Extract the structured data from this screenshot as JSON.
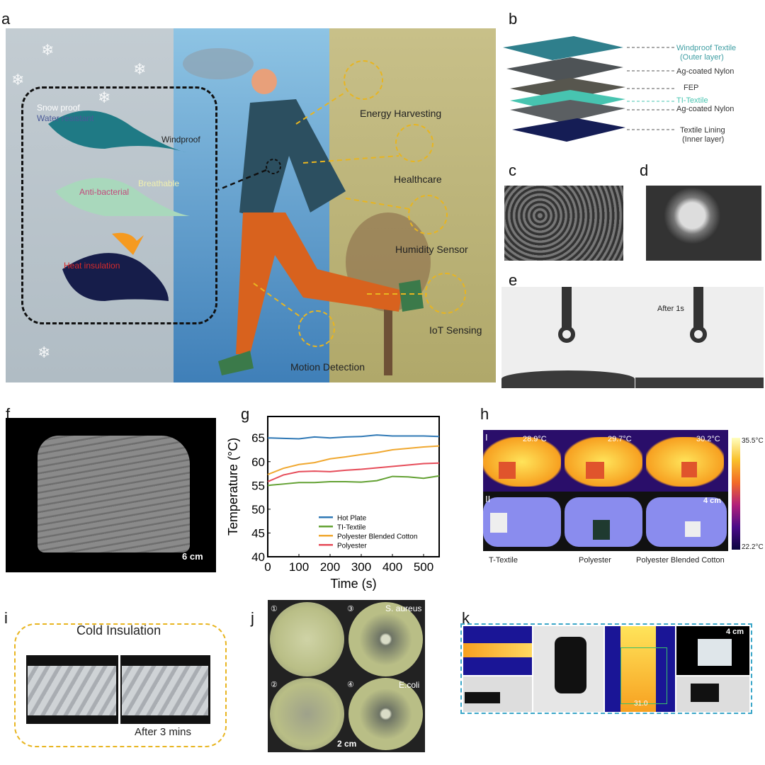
{
  "panels": {
    "a": "a",
    "b": "b",
    "c": "c",
    "d": "d",
    "e": "e",
    "f": "f",
    "g": "g",
    "h": "h",
    "i": "i",
    "j": "j",
    "k": "k"
  },
  "panel_a": {
    "snow_proof": "Snow proof",
    "water_resistant": "Water resistant",
    "windproof": "Windproof",
    "anti_bacterial": "Anti-bacterial",
    "breathable": "Breathable",
    "heat_insulation": "Heat insulation",
    "energy_harvesting": "Energy Harvesting",
    "healthcare": "Healthcare",
    "humidity_sensor": "Humidity Sensor",
    "iot_sensing": "IoT Sensing",
    "motion_detection": "Motion Detection",
    "colors": {
      "left": "#b9c5cc",
      "middle": "#5d97c6",
      "right": "#bcb477",
      "accent": "#e8b520"
    }
  },
  "panel_b": {
    "layers": [
      {
        "label": "Windproof Textile",
        "sub": "(Outer layer)",
        "color": "#2f7f8c"
      },
      {
        "label": "Ag-coated Nylon",
        "sub": "",
        "color": "#55595c"
      },
      {
        "label": "FEP",
        "sub": "",
        "color": "#5b5a50"
      },
      {
        "label": "TI-Textile",
        "sub": "",
        "color": "#47c4b0"
      },
      {
        "label": "Ag-coated Nylon",
        "sub": "",
        "color": "#5b5f62"
      },
      {
        "label": "Textile Lining",
        "sub": "(Inner layer)",
        "color": "#151d55"
      }
    ]
  },
  "panel_e": {
    "caption": "After 1s"
  },
  "panel_f": {
    "scale": "6 cm"
  },
  "chart_data": {
    "type": "line",
    "xlabel": "Time (s)",
    "ylabel": "Temperature (°C)",
    "xlim": [
      0,
      550
    ],
    "ylim": [
      40,
      69.5
    ],
    "xticks": [
      0,
      100,
      200,
      300,
      400,
      500
    ],
    "yticks": [
      40,
      45,
      50,
      55,
      60,
      65
    ],
    "legend_position": "bottom-right",
    "x": [
      0,
      50,
      100,
      150,
      200,
      250,
      300,
      350,
      400,
      450,
      500,
      550
    ],
    "series": [
      {
        "name": "Hot Plate",
        "color": "#2f78b5",
        "values": [
          65.0,
          64.9,
          64.8,
          65.2,
          65.0,
          65.2,
          65.3,
          65.6,
          65.4,
          65.4,
          65.4,
          65.3
        ]
      },
      {
        "name": "TI-Textile",
        "color": "#63a133",
        "values": [
          55.0,
          55.3,
          55.6,
          55.6,
          55.8,
          55.8,
          55.7,
          56.0,
          56.9,
          56.8,
          56.5,
          57.0
        ]
      },
      {
        "name": "Polyester Blended Cotton",
        "color": "#f0a830",
        "values": [
          57.3,
          58.6,
          59.4,
          59.8,
          60.6,
          61.0,
          61.5,
          61.9,
          62.5,
          62.8,
          63.1,
          63.3
        ]
      },
      {
        "name": "Polyester",
        "color": "#e64d5a",
        "values": [
          55.8,
          57.2,
          57.9,
          58.0,
          57.9,
          58.2,
          58.4,
          58.7,
          59.0,
          59.3,
          59.6,
          59.7
        ]
      }
    ]
  },
  "panel_h": {
    "row1": "I",
    "row2": "II",
    "temps": [
      "28.9°C",
      "29.7°C",
      "30.2°C"
    ],
    "cbar_max": "35.5°C",
    "cbar_min": "22.2°C",
    "scale": "4 cm",
    "captions": [
      "T-Textile",
      "Polyester",
      "Polyester Blended Cotton"
    ]
  },
  "panel_i": {
    "title": "Cold Insulation",
    "caption": "After 3 mins"
  },
  "panel_j": {
    "labels": [
      "①",
      "③",
      "②",
      "④"
    ],
    "s_aureus": "S. aureus",
    "e_coli": "E.coli",
    "scale": "2 cm"
  },
  "panel_k": {
    "scale": "4 cm",
    "reading": "31.0"
  }
}
